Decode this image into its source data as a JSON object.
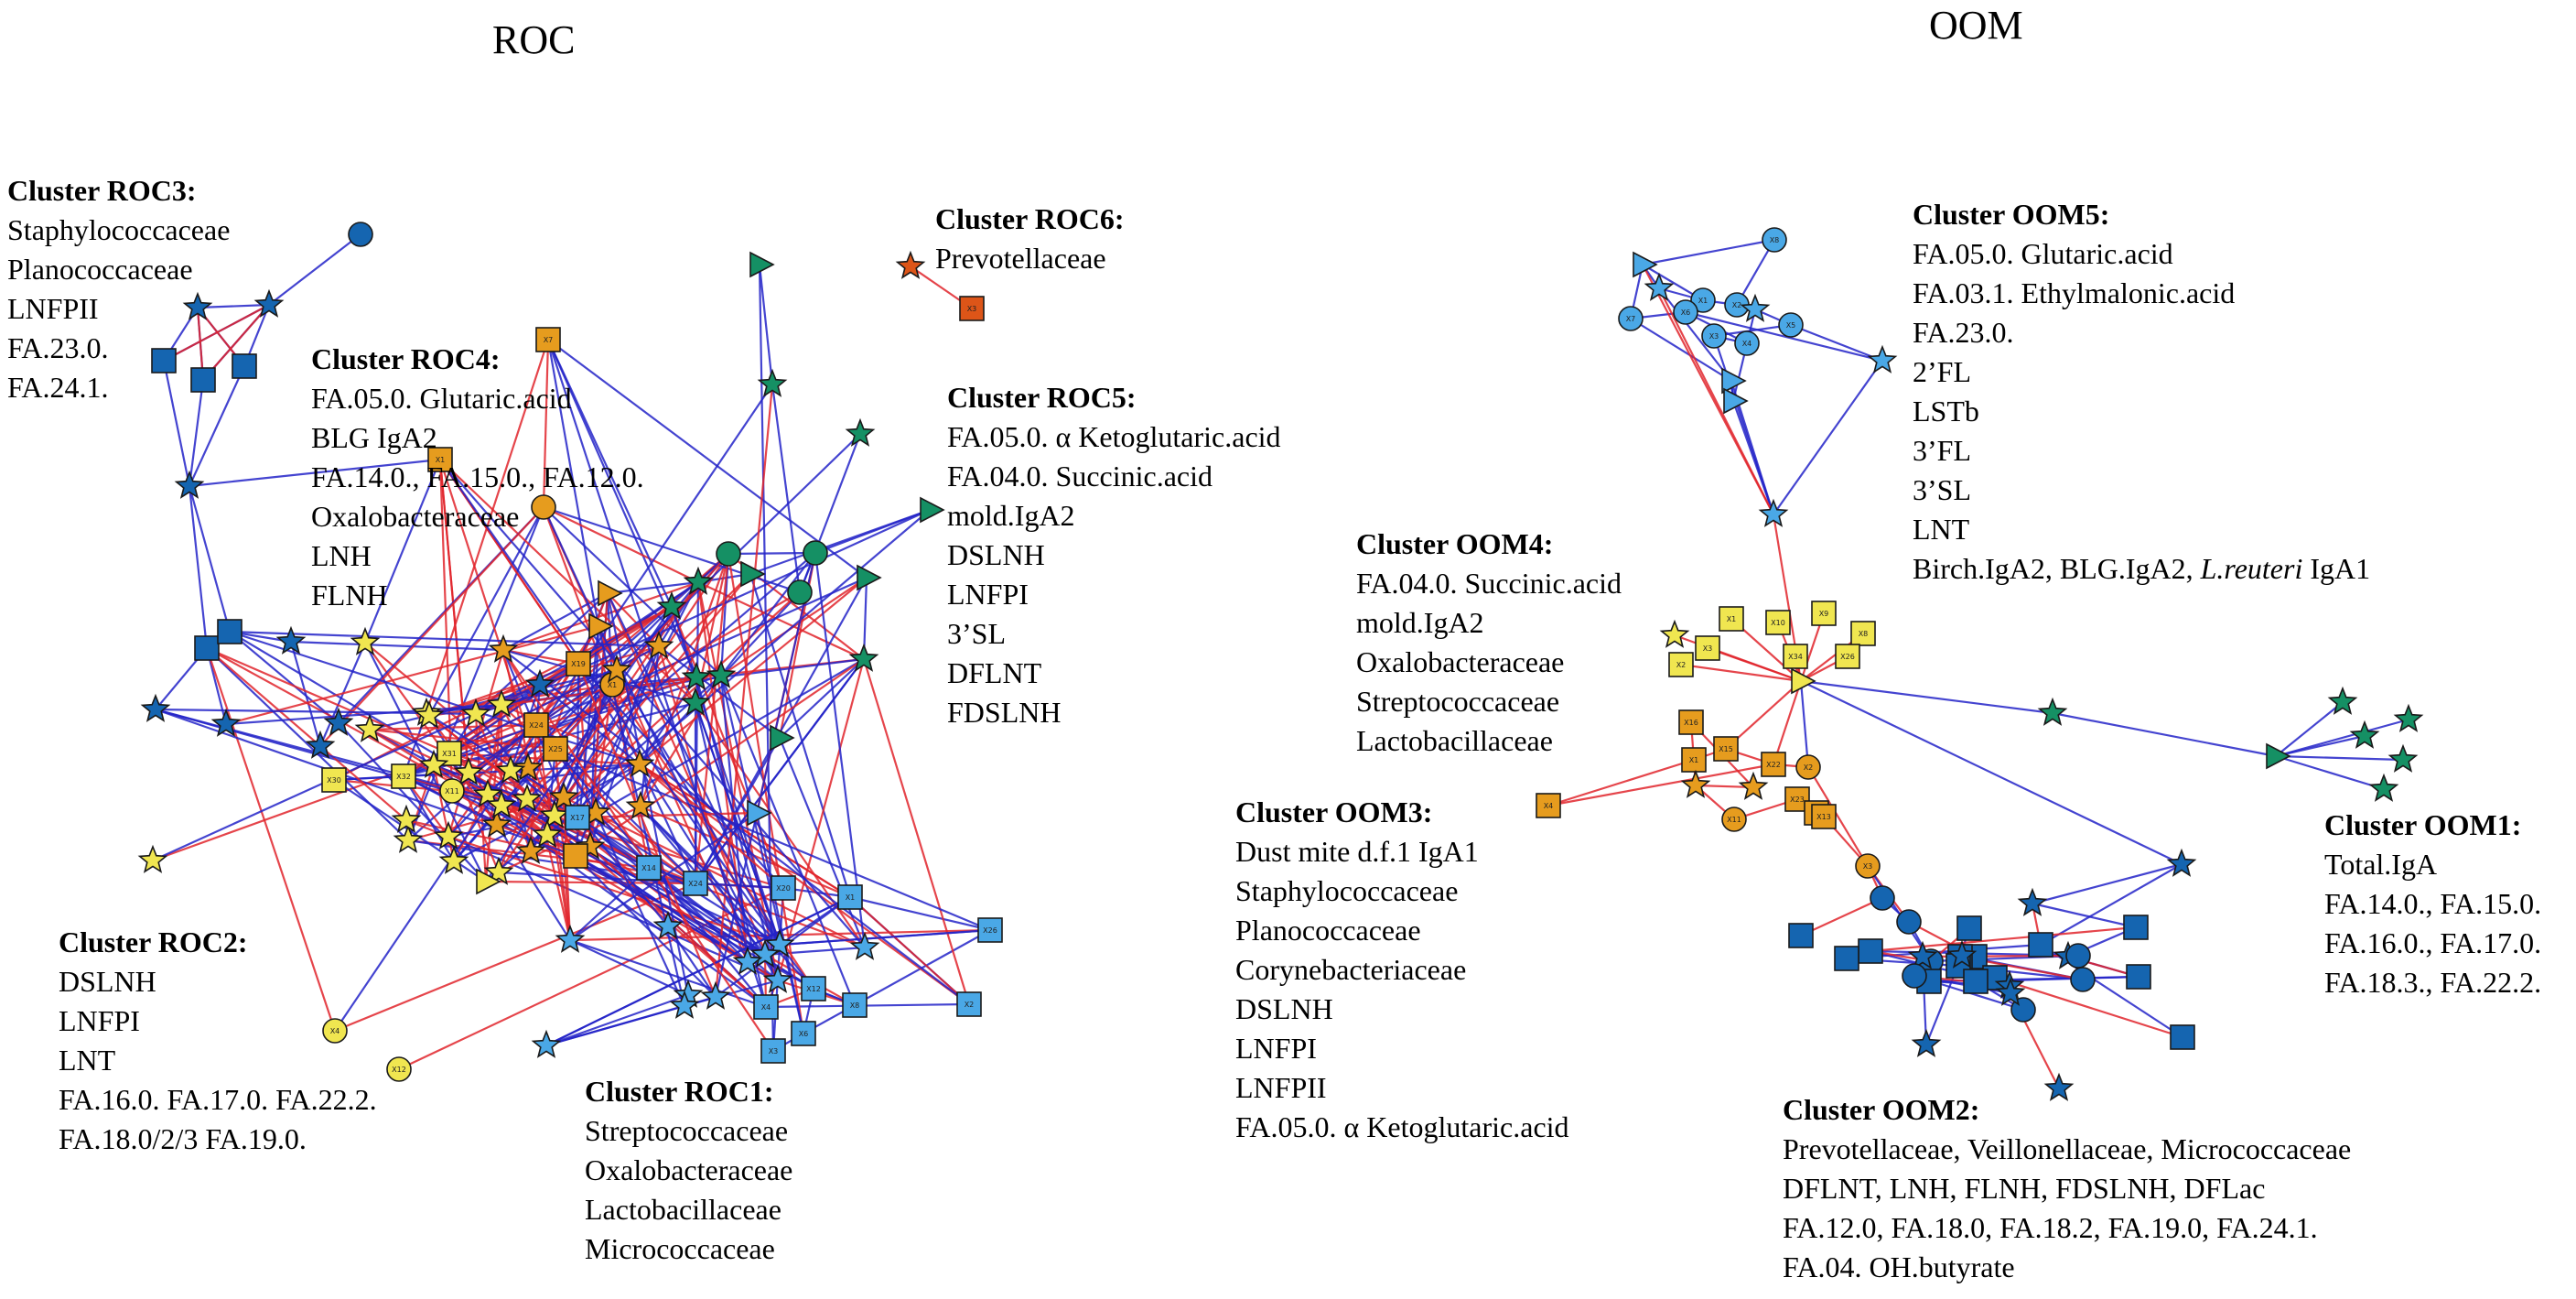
{
  "panels": {
    "left_title": "ROC",
    "right_title": "OOM"
  },
  "colors": {
    "edge_positive": "#e0242c",
    "edge_negative": "#2323c8",
    "dark_blue": "#1565b0",
    "light_blue": "#4aa8e6",
    "green": "#159064",
    "yellow": "#f0e650",
    "orange": "#e69c1e",
    "red_orange": "#dd5518"
  },
  "clusters": {
    "roc3": {
      "title": "Cluster ROC3:",
      "items": [
        "Staphylococcaceae",
        "Planococcaceae",
        "LNFPII",
        "FA.23.0.",
        "FA.24.1."
      ]
    },
    "roc4": {
      "title": "Cluster ROC4:",
      "items": [
        "FA.05.0. Glutaric.acid",
        "BLG IgA2",
        "FA.14.0., FA.15.0., FA.12.0.",
        "Oxalobacteraceae",
        "LNH",
        "FLNH"
      ]
    },
    "roc6": {
      "title": "Cluster ROC6:",
      "items": [
        "Prevotellaceae"
      ]
    },
    "roc5": {
      "title": "Cluster ROC5:",
      "items": [
        "FA.05.0. α Ketoglutaric.acid",
        "FA.04.0. Succinic.acid",
        "mold.IgA2",
        "DSLNH",
        "LNFPI",
        "3’SL",
        "DFLNT",
        "FDSLNH"
      ]
    },
    "roc2": {
      "title": "Cluster ROC2:",
      "items": [
        "DSLNH",
        "LNFPI",
        "LNT",
        "FA.16.0. FA.17.0. FA.22.2.",
        "FA.18.0/2/3 FA.19.0."
      ]
    },
    "roc1": {
      "title": "Cluster ROC1:",
      "items": [
        "Streptococcaceae",
        "Oxalobacteraceae",
        "Lactobacillaceae",
        "Micrococcaceae"
      ]
    },
    "oom5": {
      "title": "Cluster OOM5:",
      "items": [
        "FA.05.0. Glutaric.acid",
        "FA.03.1. Ethylmalonic.acid",
        "FA.23.0.",
        "2’FL",
        "LSTb",
        "3’FL",
        "3’SL",
        "LNT"
      ],
      "last_prefix": "Birch.IgA2, BLG.IgA2, ",
      "last_italic": "L.reuteri",
      "last_suffix": " IgA1"
    },
    "oom4": {
      "title": "Cluster OOM4:",
      "items": [
        "FA.04.0. Succinic.acid",
        "mold.IgA2",
        "Oxalobacteraceae",
        "Streptococcaceae",
        "Lactobacillaceae"
      ]
    },
    "oom3": {
      "title": "Cluster OOM3:",
      "items": [
        "Dust mite d.f.1 IgA1",
        "Staphylococcaceae",
        "Planococcaceae",
        "Corynebacteriaceae",
        "DSLNH",
        "LNFPI",
        "LNFPII",
        "FA.05.0. α Ketoglutaric.acid"
      ]
    },
    "oom1": {
      "title": "Cluster OOM1:",
      "items": [
        "Total.IgA",
        "FA.14.0., FA.15.0.",
        "FA.16.0., FA.17.0.",
        "FA.18.3., FA.22.2."
      ]
    },
    "oom2": {
      "title": "Cluster OOM2:",
      "items": [
        "Prevotellaceae, Veillonellaceae, Micrococcaceae",
        "DFLNT, LNH, FLNH, FDSLNH, DFLac",
        "FA.12.0, FA.18.0, FA.18.2, FA.19.0, FA.24.1.",
        "FA.04. OH.butyrate"
      ]
    }
  }
}
